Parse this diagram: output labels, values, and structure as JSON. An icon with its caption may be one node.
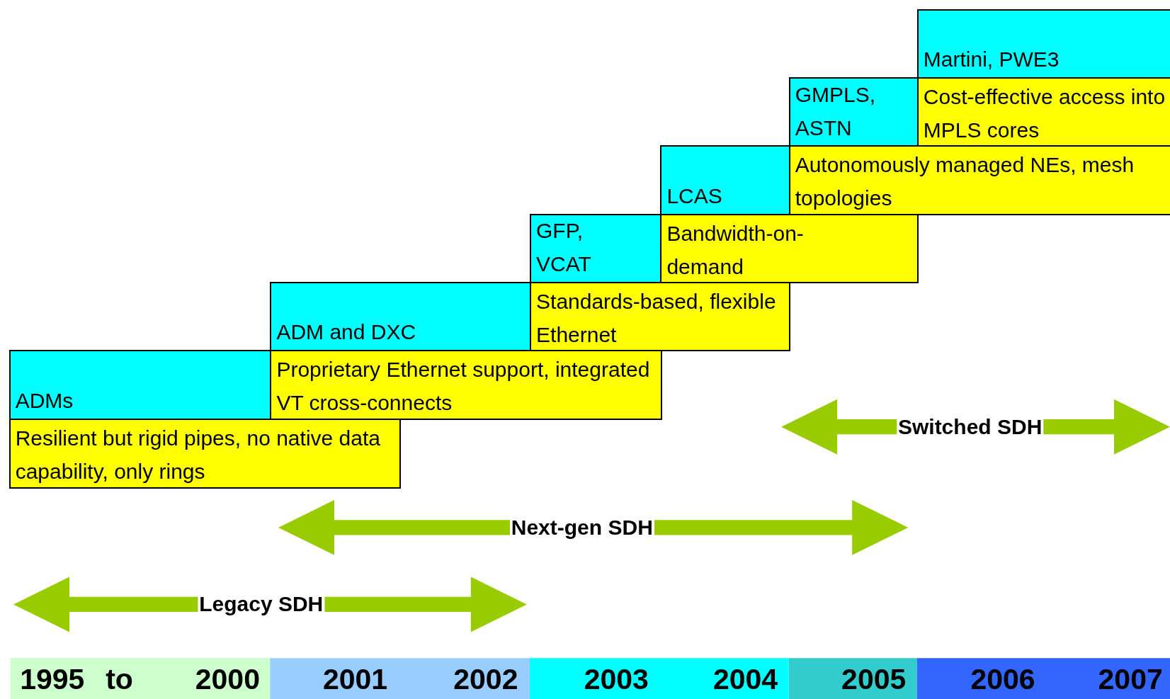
{
  "diagram": {
    "nodes": [
      {
        "text": [
          "Martini, PWE3"
        ]
      },
      {
        "text": [
          "GMPLS, ASTN"
        ]
      },
      {
        "text": [
          "Cost-effective access into MPLS cores"
        ]
      },
      {
        "text": [
          "LCAS"
        ]
      },
      {
        "text": [
          "Autonomously managed NEs, mesh topologies"
        ]
      },
      {
        "text": [
          "GFP, VCAT"
        ]
      },
      {
        "text": [
          "Bandwidth-on-demand"
        ]
      },
      {
        "text": [
          "ADM and DXC"
        ]
      },
      {
        "text": [
          "Standards-based, flexible Ethernet"
        ]
      },
      {
        "text": [
          "ADMs"
        ]
      },
      {
        "text": [
          "Proprietary Ethernet support, integrated VT cross-connects"
        ]
      },
      {
        "text": [
          "Resilient but rigid pipes, no native data capability, only rings"
        ]
      }
    ],
    "edges": [],
    "labels": [
      "Switched SDH",
      "Next-gen SDH",
      "Legacy SDH",
      "1995",
      "to",
      "2000",
      "2001",
      "2002",
      "2003",
      "2004",
      "2005",
      "2006",
      "2007"
    ]
  }
}
